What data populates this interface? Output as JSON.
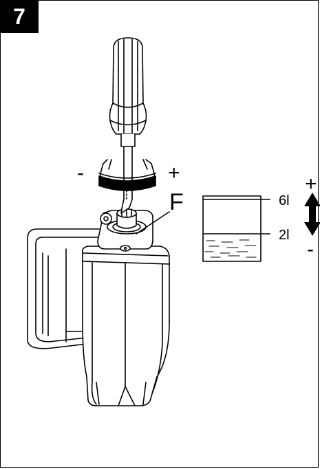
{
  "step": {
    "number": "7"
  },
  "adjuster": {
    "minus": "-",
    "plus": "+"
  },
  "callout": {
    "letter": "F"
  },
  "gauge": {
    "top_level": "6l",
    "bottom_level": "2l",
    "plus": "+",
    "minus": "-"
  },
  "colors": {
    "ink": "#000000",
    "paper": "#ffffff"
  }
}
